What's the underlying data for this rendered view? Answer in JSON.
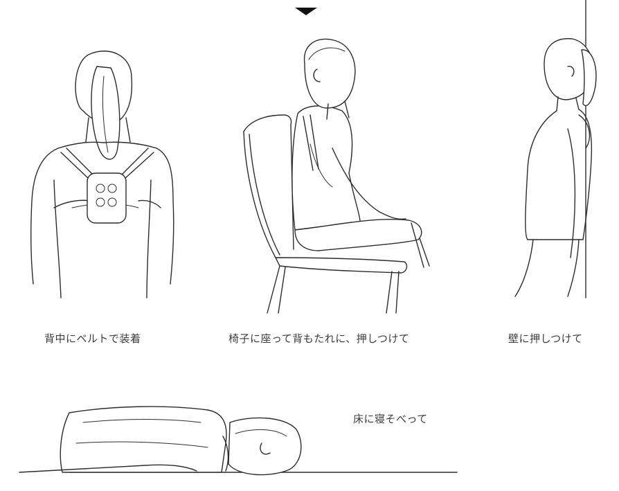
{
  "captions": {
    "back": "背中にベルトで装着",
    "chair": "椅子に座って背もたれに、押しつけて",
    "wall": "壁に押しつけて",
    "floor": "床に寝そべって"
  }
}
